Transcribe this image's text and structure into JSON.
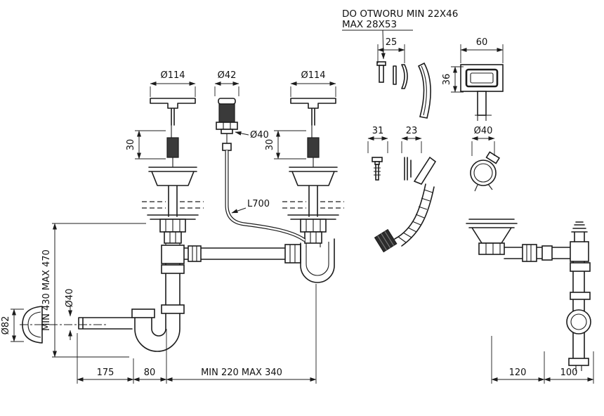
{
  "note": {
    "line1": "DO OTWORU MIN 22X46",
    "line2": "MAX 28X53"
  },
  "dims": {
    "d25": "25",
    "d60": "60",
    "d36": "36",
    "dia114_left": "Ø114",
    "dia42": "Ø42",
    "dia114_right": "Ø114",
    "d30_left": "30",
    "d30_right": "30",
    "dia40_center": "Ø40",
    "d31": "31",
    "d23": "23",
    "dia40_right": "Ø40",
    "l700": "L700",
    "height_range": "MIN 430 MAX 470",
    "dia82": "Ø82",
    "dia40_pipe": "Ø40",
    "d175": "175",
    "d80": "80",
    "width_range": "MIN 220 MAX 340",
    "d120": "120",
    "d100": "100"
  },
  "colors": {
    "line": "#1c1c1c",
    "background": "#ffffff"
  }
}
